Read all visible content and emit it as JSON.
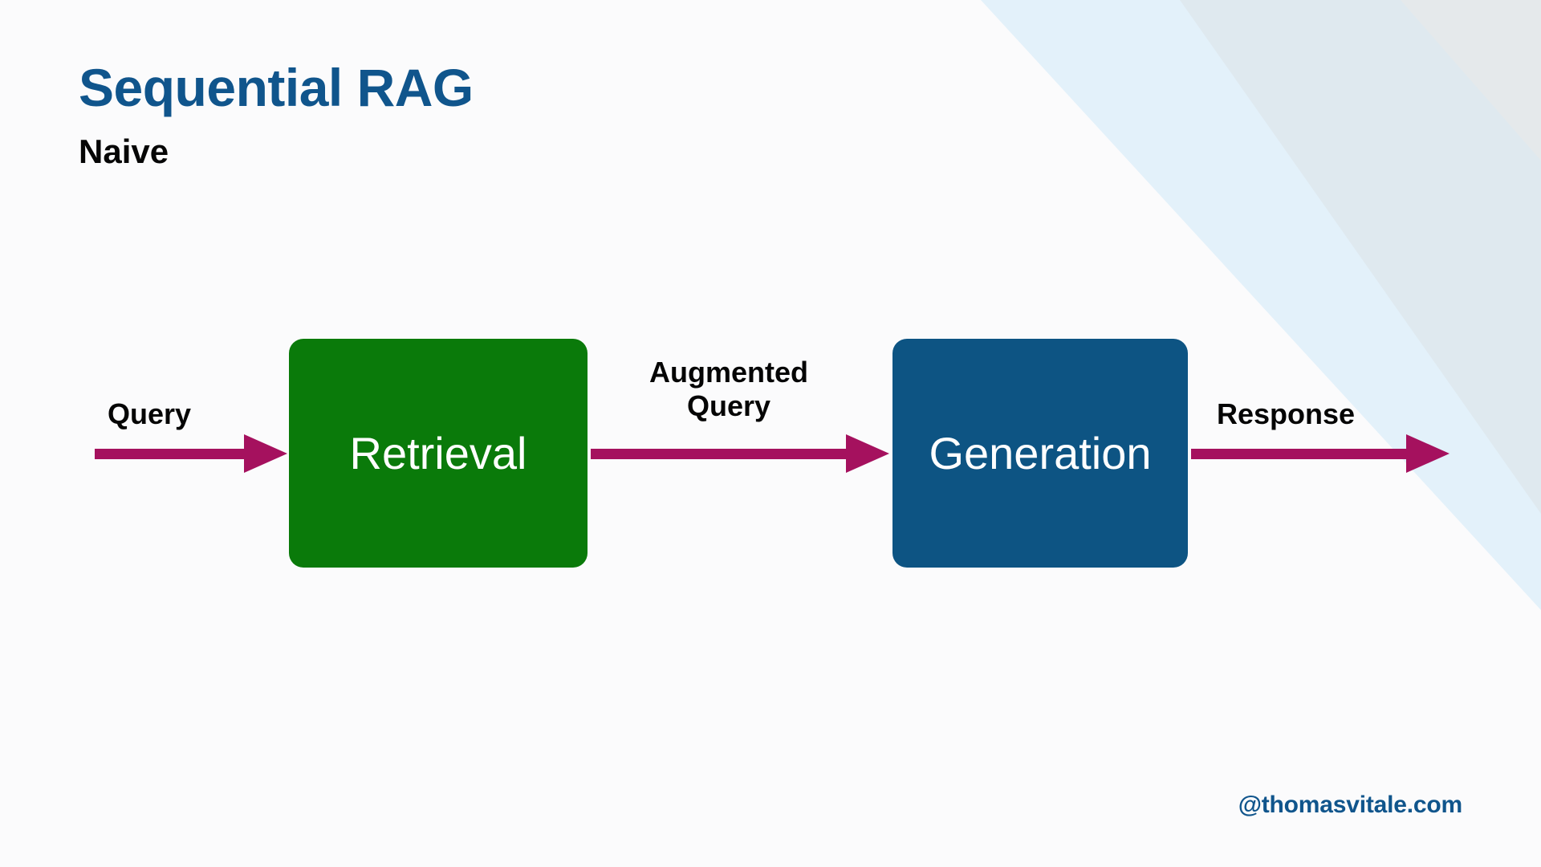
{
  "slide": {
    "title": "Sequential RAG",
    "subtitle": "Naive",
    "footer_handle": "@thomasvitale.com",
    "background_color": "#fbfbfc"
  },
  "theme": {
    "title_color": "#10558c",
    "subtitle_color": "#060606",
    "arrow_color": "#a5115e",
    "retrieval_color": "#0a7a0a",
    "generation_color": "#0d5483",
    "node_text_color": "#ffffff",
    "band_blue": "#e3f1fa",
    "band_blue_gray": "#dfe9ef",
    "band_gray": "#e5e9eb"
  },
  "diagram": {
    "type": "flow",
    "nodes": [
      {
        "id": "retrieval",
        "label": "Retrieval",
        "color": "#0a7a0a"
      },
      {
        "id": "generation",
        "label": "Generation",
        "color": "#0d5483"
      }
    ],
    "edges": [
      {
        "id": "input",
        "label": "Query",
        "from": "",
        "to": "retrieval"
      },
      {
        "id": "augmented",
        "label_line1": "Augmented",
        "label_line2": "Query",
        "from": "retrieval",
        "to": "generation"
      },
      {
        "id": "output",
        "label": "Response",
        "from": "generation",
        "to": ""
      }
    ]
  }
}
